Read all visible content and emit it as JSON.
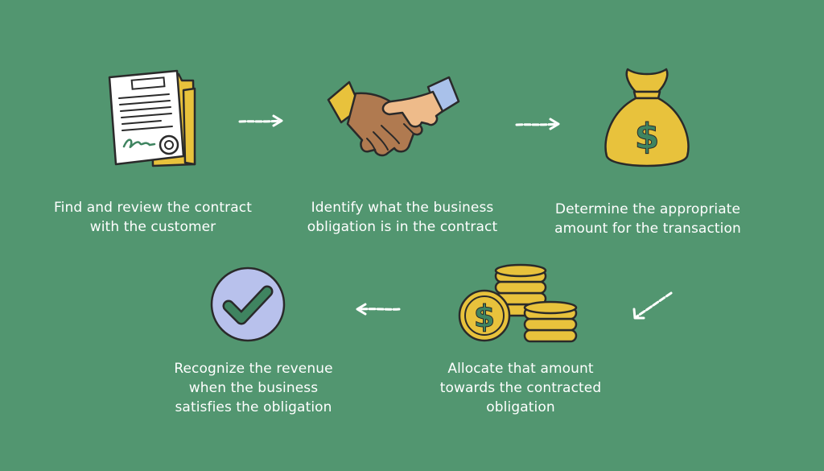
{
  "colors": {
    "background": "#529670",
    "text": "#ffffff",
    "gold": "#e8c23c",
    "outline": "#2a2a2a",
    "check_fill": "#b8c1ec",
    "check_mark": "#3f8460",
    "skin_dark": "#b07a50",
    "skin_light": "#eebb8a",
    "sleeve_blue": "#a9c1ea"
  },
  "steps": [
    {
      "id": 1,
      "icon": "contract-document-icon",
      "label_lines": [
        "Find and review the contract",
        "with the customer"
      ]
    },
    {
      "id": 2,
      "icon": "handshake-icon",
      "label_lines": [
        "Identify what the business",
        "obligation is in the contract"
      ]
    },
    {
      "id": 3,
      "icon": "money-bag-icon",
      "label_lines": [
        "Determine the appropriate",
        "amount for the transaction"
      ]
    },
    {
      "id": 4,
      "icon": "coin-stacks-icon",
      "label_lines": [
        "Allocate that amount",
        "towards the contracted",
        "obligation"
      ]
    },
    {
      "id": 5,
      "icon": "checkmark-circle-icon",
      "label_lines": [
        "Recognize the revenue",
        "when the business",
        "satisfies the obligation"
      ]
    }
  ],
  "connectors": [
    {
      "from": 1,
      "to": 2,
      "direction": "right"
    },
    {
      "from": 2,
      "to": 3,
      "direction": "right"
    },
    {
      "from": 3,
      "to": 4,
      "direction": "down-left"
    },
    {
      "from": 4,
      "to": 5,
      "direction": "left"
    }
  ],
  "icon_text": {
    "dollar": "$"
  }
}
